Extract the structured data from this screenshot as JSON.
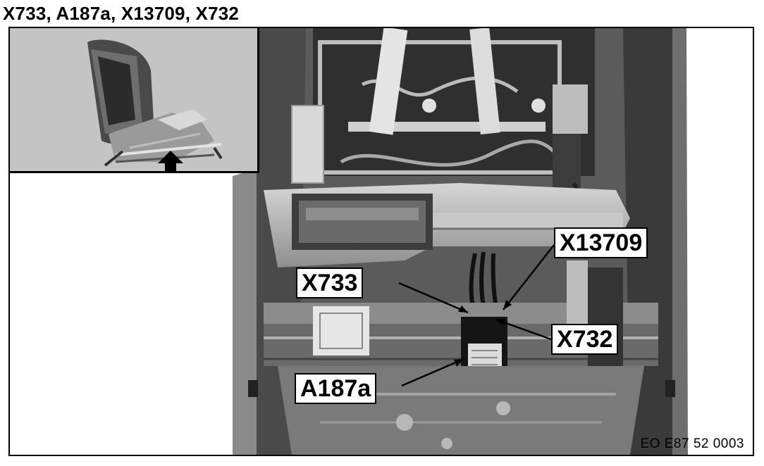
{
  "title": "X733, A187a, X13709, X732",
  "labels": {
    "x13709": "X13709",
    "x733": "X733",
    "x732": "X732",
    "a187a": "A187a"
  },
  "reference_code": "EO E87 52 0003",
  "colors": {
    "inset_bg": "#c4c4c4",
    "photo_dark": "#2e2e2e",
    "photo_mid": "#8a8a8a",
    "photo_light": "#bdbdbd"
  }
}
